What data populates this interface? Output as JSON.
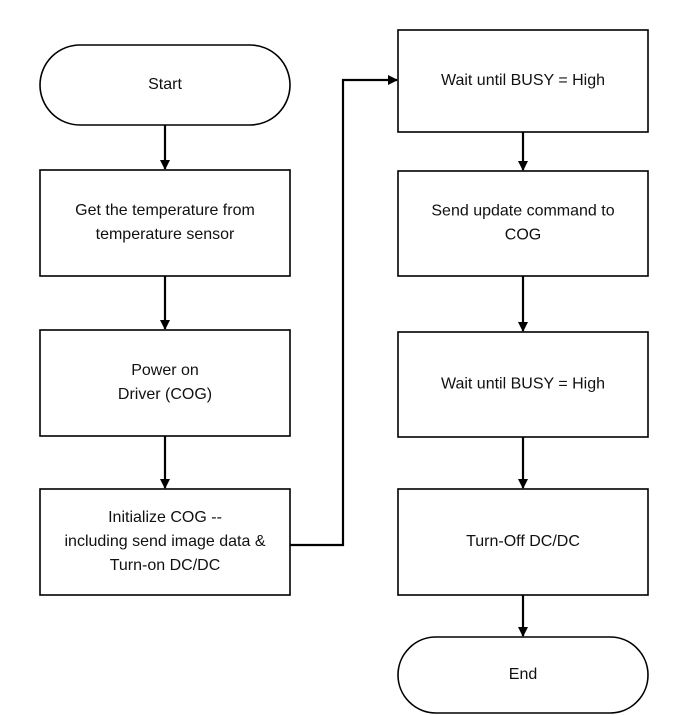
{
  "flowchart": {
    "nodes": [
      {
        "id": "start",
        "shape": "terminal",
        "lines": [
          "Start"
        ]
      },
      {
        "id": "get-temperature",
        "shape": "process",
        "lines": [
          "Get the temperature from",
          "temperature sensor"
        ]
      },
      {
        "id": "power-on",
        "shape": "process",
        "lines": [
          "Power on",
          "Driver (COG)"
        ]
      },
      {
        "id": "initialize-cog",
        "shape": "process",
        "lines": [
          "Initialize COG --",
          "including send image data &",
          "Turn-on DC/DC"
        ]
      },
      {
        "id": "wait-busy-1",
        "shape": "process",
        "lines": [
          "Wait until BUSY = High"
        ]
      },
      {
        "id": "send-update",
        "shape": "process",
        "lines": [
          "Send update command to",
          "COG"
        ]
      },
      {
        "id": "wait-busy-2",
        "shape": "process",
        "lines": [
          "Wait until BUSY = High"
        ]
      },
      {
        "id": "turn-off",
        "shape": "process",
        "lines": [
          "Turn-Off DC/DC"
        ]
      },
      {
        "id": "end",
        "shape": "terminal",
        "lines": [
          "End"
        ]
      }
    ],
    "edges": [
      {
        "from": "start",
        "to": "get-temperature"
      },
      {
        "from": "get-temperature",
        "to": "power-on"
      },
      {
        "from": "power-on",
        "to": "initialize-cog"
      },
      {
        "from": "initialize-cog",
        "to": "wait-busy-1"
      },
      {
        "from": "wait-busy-1",
        "to": "send-update"
      },
      {
        "from": "send-update",
        "to": "wait-busy-2"
      },
      {
        "from": "wait-busy-2",
        "to": "turn-off"
      },
      {
        "from": "turn-off",
        "to": "end"
      }
    ],
    "colors": {
      "stroke": "#000000",
      "fill": "#ffffff",
      "text": "#111111"
    }
  }
}
